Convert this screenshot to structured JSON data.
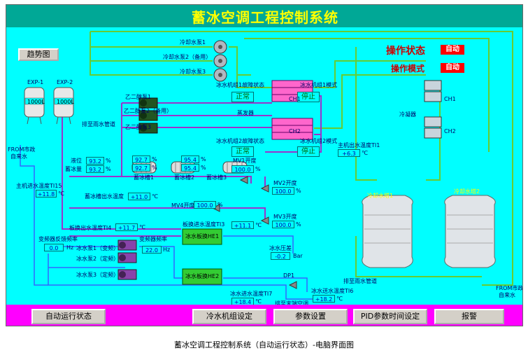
{
  "title": "蓄冰空调工程控制系统",
  "trend_button": "趋势图",
  "operation": {
    "status_label": "操作状态",
    "status_value": "自动",
    "mode_label": "操作模式",
    "mode_value": "自动"
  },
  "pumps": {
    "cooling1": "冷却水泵1",
    "cooling2": "冷却水泵2（备用）",
    "cooling3": "冷却水泵3",
    "glycol1": "乙二醇泵1",
    "glycol2": "乙二醇泵2（备用）",
    "glycol3": "乙二醇泵3",
    "ice1": "冰水泵1（变频）",
    "ice2": "冰水泵2（定频）",
    "ice3": "冰水泵3（定频）"
  },
  "tanks": {
    "exp1": {
      "name": "EXP-1",
      "volume": "1000L"
    },
    "exp2": {
      "name": "EXP-2",
      "volume": "1000L"
    }
  },
  "labels": {
    "drain_rain": "排至雨水管道",
    "from_city": "FROM市政",
    "tap_water": "自来水",
    "chiller1_fault": "冰水机组1故障状态",
    "chiller1_mode": "冰水机组1模式",
    "chiller2_fault": "冰水机组2故障状态",
    "chiller2_mode": "冰水机组2模式",
    "evaporator": "蒸发器",
    "condenser": "冷凝器",
    "level": "液位",
    "ice_storage": "蓄冰量",
    "tank1": "蓄冰槽1",
    "tank2": "蓄冰槽2",
    "tank3": "蓄冰槽3",
    "mv1": "MV1开度",
    "mv2": "MV2开度",
    "mv3": "MV3开度",
    "mv4": "MV4开度",
    "tank_out_temp": "蓄冰槽出水温度",
    "main_out_temp_ti1": "主机出水温度TI1",
    "main_in_temp_ti15": "主机进水温度TI15",
    "plate_out_temp_ti4": "板换出水温度TI4",
    "plate_in_temp_ti3": "板换进水温度TI3",
    "vfd_feedback": "变频器反馈频率",
    "vfd_freq": "变频器频率",
    "plate_he1": "冰水板换HE1",
    "plate_he2": "冰水板换HE2",
    "pressure_diff": "冰水压差",
    "dp1": "DP1",
    "ice_in_temp_ti7": "冰水进水温度TI7",
    "ice_out_temp_ti6": "冰水送水温度TI6",
    "drain_ac": "排至末端空调",
    "tower1": "冷却水塔1",
    "tower2": "冷却水塔2",
    "ch1": "CH1",
    "ch2": "CH2"
  },
  "values": {
    "level1": "93.2",
    "level2": "92.7",
    "level3": "95.4",
    "storage1": "93.2",
    "storage2": "92.7",
    "storage3": "95.4",
    "mv1": "100.0",
    "mv2": "100.0",
    "mv3": "100.0",
    "mv4": "100.0",
    "tank_out_temp": "+11.0",
    "ti1": "+6.3",
    "ti15": "+11.8",
    "ti4": "+11.7",
    "ti3": "+11.1",
    "vfd_feedback": "0.0",
    "vfd_freq": "22.0",
    "pressure_diff": "-0.2",
    "ti7": "+18.4",
    "ti6": "+18.2"
  },
  "units": {
    "pct": "%",
    "celsius": "℃",
    "hz": "Hz",
    "bar": "Bar"
  },
  "chiller_status": {
    "c1_fault": "正常",
    "c1_mode": "停止",
    "c2_fault": "正常",
    "c2_mode": "停止"
  },
  "bottom_buttons": {
    "auto_run": "自动运行状态",
    "chiller_set": "冷水机组设定",
    "params": "参数设置",
    "pid_time": "PID参数时间设定",
    "alarm": "报警"
  },
  "caption": "蓄冰空调工程控制系统（自动运行状态）-电脑界面图",
  "colors": {
    "background": "#00ffff",
    "title_bar": "#00a896",
    "title_text": "#ffff00",
    "bottom_bar": "#ff00ff",
    "pipe_purple": "#9933cc",
    "pipe_green": "#66cc33",
    "pipe_blue": "#3366ff",
    "status_red": "#ff0000"
  }
}
